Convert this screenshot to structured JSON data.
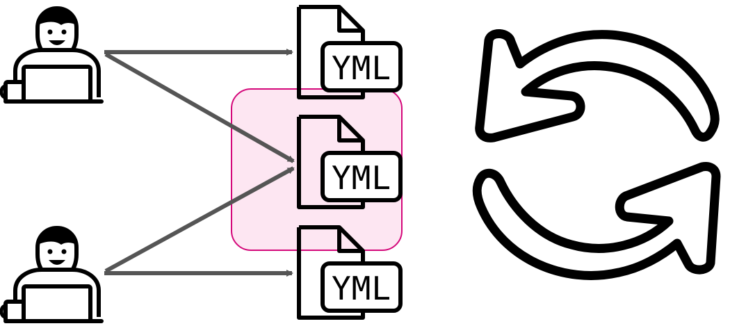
{
  "nodes": {
    "developers": [
      {
        "id": "developer-top",
        "kind": "person-with-laptop"
      },
      {
        "id": "developer-bottom",
        "kind": "person-with-laptop"
      }
    ],
    "files": [
      {
        "id": "yml-file-top",
        "label": "YML",
        "highlighted": false
      },
      {
        "id": "yml-file-middle",
        "label": "YML",
        "highlighted": true
      },
      {
        "id": "yml-file-bottom",
        "label": "YML",
        "highlighted": false
      }
    ]
  },
  "edges": [
    {
      "from": "developer-top",
      "to": "yml-file-top"
    },
    {
      "from": "developer-top",
      "to": "yml-file-middle"
    },
    {
      "from": "developer-bottom",
      "to": "yml-file-middle"
    },
    {
      "from": "developer-bottom",
      "to": "yml-file-bottom"
    }
  ],
  "icons": {
    "developer": "person-laptop-icon",
    "file": "yml-file-icon",
    "sync": "sync-icon"
  },
  "colors": {
    "arrow": "#555555",
    "highlight_fill": "#fde6f2",
    "highlight_stroke": "#d4087a",
    "outline": "#000000"
  }
}
